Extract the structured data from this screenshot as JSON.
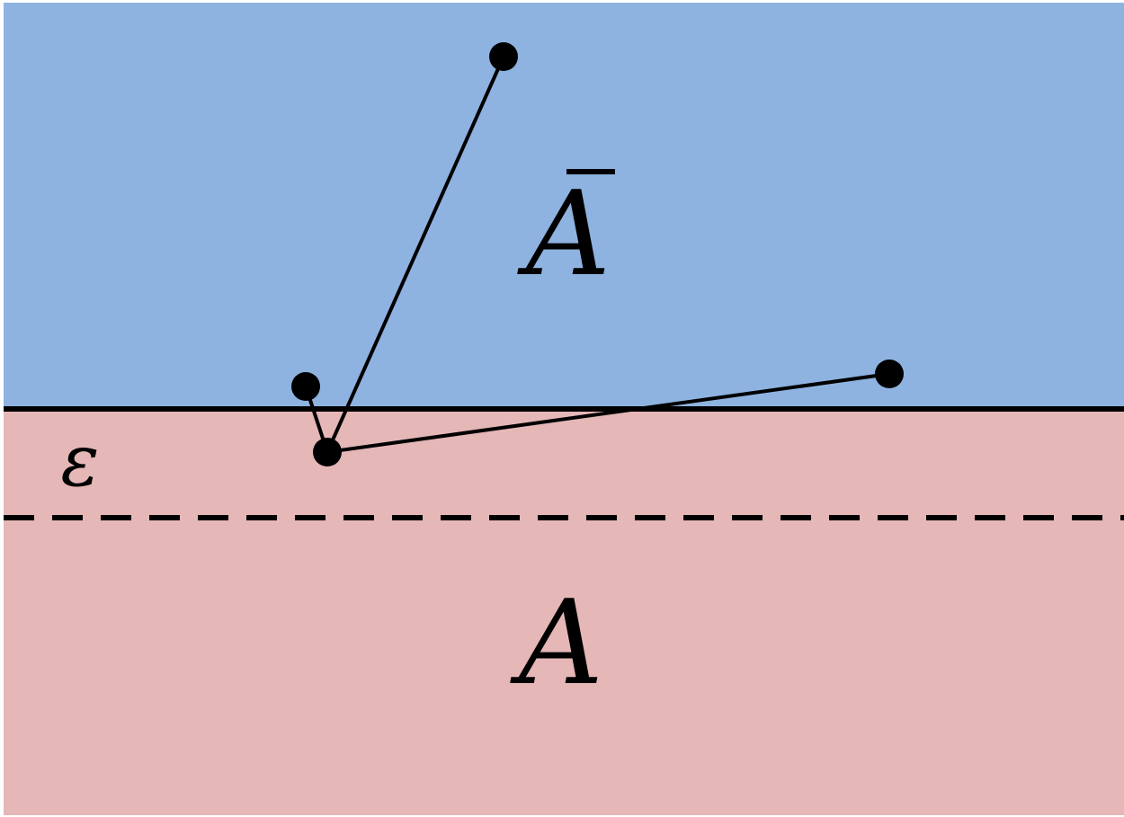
{
  "labels": {
    "region_complement": "A",
    "region_main": "A",
    "strip_width": "ε"
  },
  "colors": {
    "complement_region": "#8eb3e0",
    "main_region": "#e5b7b7",
    "boundary": "#000000",
    "edges": "#000000",
    "vertices": "#000000"
  },
  "diagram": {
    "boundary_style": "solid",
    "strip_edge_style": "dashed",
    "complement_label_has_overbar": true,
    "vertices": [
      {
        "id": "v1",
        "region": "complement"
      },
      {
        "id": "v2",
        "region": "complement"
      },
      {
        "id": "v3",
        "region": "main-strip"
      },
      {
        "id": "v4",
        "region": "complement"
      }
    ],
    "edges": [
      {
        "from": "v1",
        "to": "v3"
      },
      {
        "from": "v2",
        "to": "v3"
      },
      {
        "from": "v3",
        "to": "v4"
      }
    ]
  }
}
